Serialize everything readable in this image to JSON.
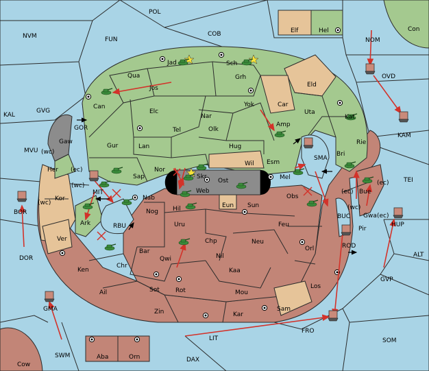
{
  "regions": {
    "POL": "POL",
    "NVM": "NVM",
    "FUN": "FUN",
    "COB": "COB",
    "NOM": "NOM",
    "Con": "Con",
    "Elf": "Elf",
    "Hel": "Hel",
    "Jad": "Jad",
    "Sch": "Sch",
    "Qua": "Qua",
    "Jos": "Jos",
    "Grh": "Grh",
    "Eld": "Eld",
    "OVD": "OVD",
    "KAL": "KAL",
    "GVG": "GVG",
    "Can": "Can",
    "Elc": "Elc",
    "Nar": "Nar",
    "Yok": "Yok",
    "Car": "Car",
    "Uta": "Uta",
    "Kat": "Kat",
    "KAM": "KAM",
    "GOR": "GOR",
    "Gaw": "Gaw",
    "Tel": "Tel",
    "Olk": "Olk",
    "Amp": "Amp",
    "Gur": "Gur",
    "Lan": "Lan",
    "Hug": "Hug",
    "Rie": "Rie",
    "Bri": "Bri",
    "MVU": "MVU",
    "Her": "Her",
    "wc1": "(wc)",
    "ec1": "(ec)",
    "Nor": "Nor",
    "Skr": "Skr",
    "Wil": "Wil",
    "Esm": "Esm",
    "SMA": "SMA",
    "Sap": "Sap",
    "Web": "Web",
    "Ost": "Ost",
    "Mel": "Mel",
    "TEI": "TEI",
    "Bue": "Bue",
    "ec2": "(ec)",
    "ec3": "(ec)",
    "Kor": "Kor",
    "MIT": "MIT",
    "Nab": "Nab",
    "Eun": "Eun",
    "Sun": "Sun",
    "Obs": "Obs",
    "BOR": "BOR",
    "wc2": "(wc)",
    "Nog": "Nog",
    "wc3": "(wc)",
    "Gwa": "Gwa",
    "BUC": "BUC",
    "wc4": "(wc)",
    "ec4": "(ec)",
    "HUP": "HUP",
    "Ark": "Ark",
    "RBU": "RBU",
    "Hil": "Hil",
    "Uru": "Uru",
    "Feu": "Feu",
    "Pir": "Pir",
    "Ver": "Ver",
    "Chp": "Chp",
    "Neu": "Neu",
    "Orl": "Orl",
    "ROD": "ROD",
    "DOR": "DOR",
    "Bar": "Bar",
    "Qwi": "Qwi",
    "Nil": "Nil",
    "ALT": "ALT",
    "Ken": "Ken",
    "Chr": "Chr",
    "Kaa": "Kaa",
    "GVP": "GVP",
    "Ail": "Ail",
    "Sot": "Sot",
    "Rot": "Rot",
    "Mou": "Mou",
    "Los": "Los",
    "GMA": "GMA",
    "Zin": "Zin",
    "Kar": "Kar",
    "Sam": "Sam",
    "FRO": "FRO",
    "LIT": "LIT",
    "SOM": "SOM",
    "SWM": "SWM",
    "Aba": "Aba",
    "Orn": "Orn",
    "Cow": "Cow",
    "DAX": "DAX"
  },
  "colors": {
    "sea": "#a9d4e6",
    "green_power": "#a4c98f",
    "red_power": "#c28577",
    "neutral_land": "#e6c499",
    "impassable": "#8c8c8c",
    "orders_arrow": "#d3322a"
  },
  "icons": [
    "army-icon",
    "fleet-icon",
    "supply-center-icon",
    "failed-order-cross-icon",
    "dislodged-star-icon",
    "convoy-arrow-icon"
  ]
}
